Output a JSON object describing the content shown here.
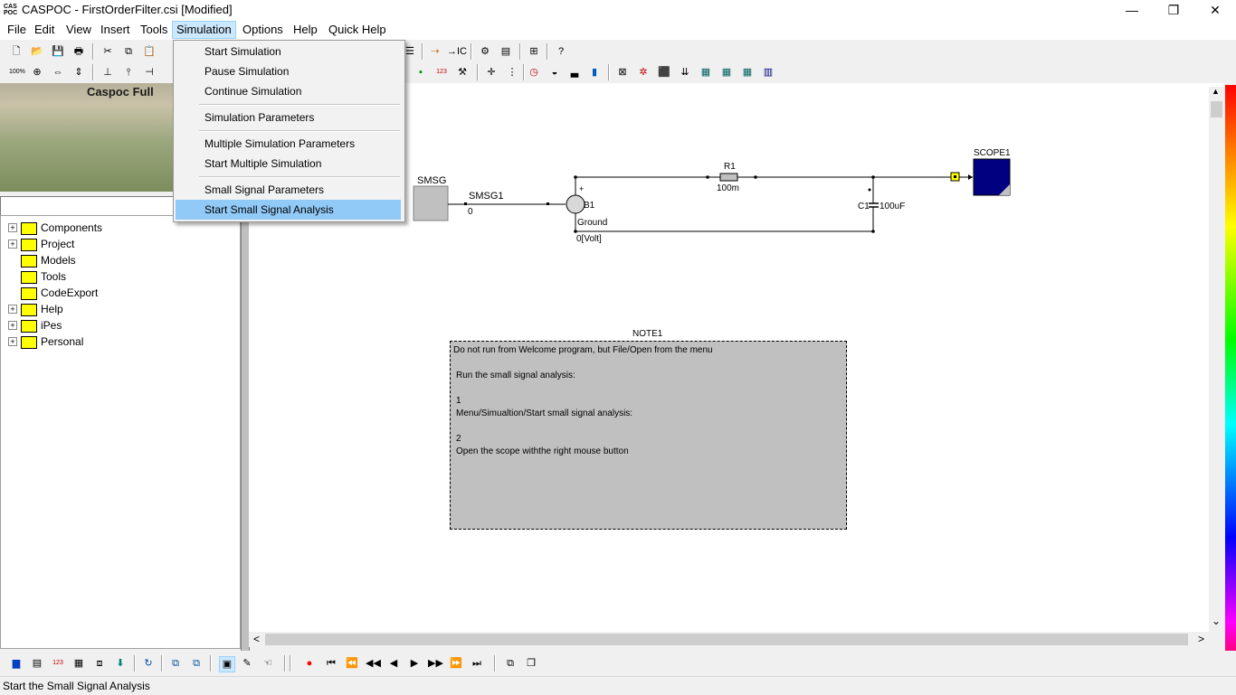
{
  "window": {
    "title": "CASPOC - FirstOrderFilter.csi [Modified]",
    "icon_text": "CAS POC",
    "controls": {
      "minimize": "—",
      "maximize": "❐",
      "close": "✕"
    }
  },
  "menubar": {
    "items": [
      "File",
      "Edit",
      "View",
      "Insert",
      "Tools",
      "Simulation",
      "Options",
      "Help",
      "Quick Help"
    ],
    "active": "Simulation"
  },
  "simulation_menu": {
    "groups": [
      [
        "Start Simulation",
        "Pause Simulation",
        "Continue Simulation"
      ],
      [
        "Simulation Parameters"
      ],
      [
        "Multiple Simulation Parameters",
        "Start Multiple Simulation"
      ],
      [
        "Small Signal Parameters",
        "Start Small Signal Analysis"
      ]
    ],
    "highlighted": "Start Small Signal Analysis"
  },
  "left_panel": {
    "banner_title": "Caspoc Full",
    "search_value": "",
    "tree": [
      {
        "label": "Components",
        "expandable": true
      },
      {
        "label": "Project",
        "expandable": true
      },
      {
        "label": "Models",
        "expandable": false
      },
      {
        "label": "Tools",
        "expandable": false
      },
      {
        "label": "CodeExport",
        "expandable": false
      },
      {
        "label": "Help",
        "expandable": true
      },
      {
        "label": "iPes",
        "expandable": true
      },
      {
        "label": "Personal",
        "expandable": true
      }
    ]
  },
  "schematic": {
    "smsg_block": "SMSG",
    "smsg_label": "SMSG1",
    "smsg_value": "0",
    "source_label": "B1",
    "source_plus": "+",
    "ground_label": "Ground",
    "node_volt": "0[Volt]",
    "resistor_name": "R1",
    "resistor_value": "100m",
    "capacitor_label": "C1",
    "capacitor_value": "100uF",
    "scope_label": "SCOPE1",
    "note_label": "NOTE1",
    "note_lines": [
      "Do not run from Welcome program, but File/Open from the menu",
      "",
      " Run the small signal analysis:",
      "",
      " 1",
      " Menu/Simualtion/Start small signal analysis:",
      "",
      " 2",
      " Open the scope withthe right mouse button"
    ]
  },
  "toolbar_text": {
    "zoom_label": "100%",
    "num_label": "123"
  },
  "scrollbar_arrows": {
    "up": "▲",
    "down": "⌄",
    "left": "<",
    "right": ">"
  },
  "status": {
    "text": "Start the Small Signal Analysis"
  },
  "colors": {
    "accent": "#91c9f7",
    "scope_fill": "#000080",
    "folder": "#ffff00"
  }
}
